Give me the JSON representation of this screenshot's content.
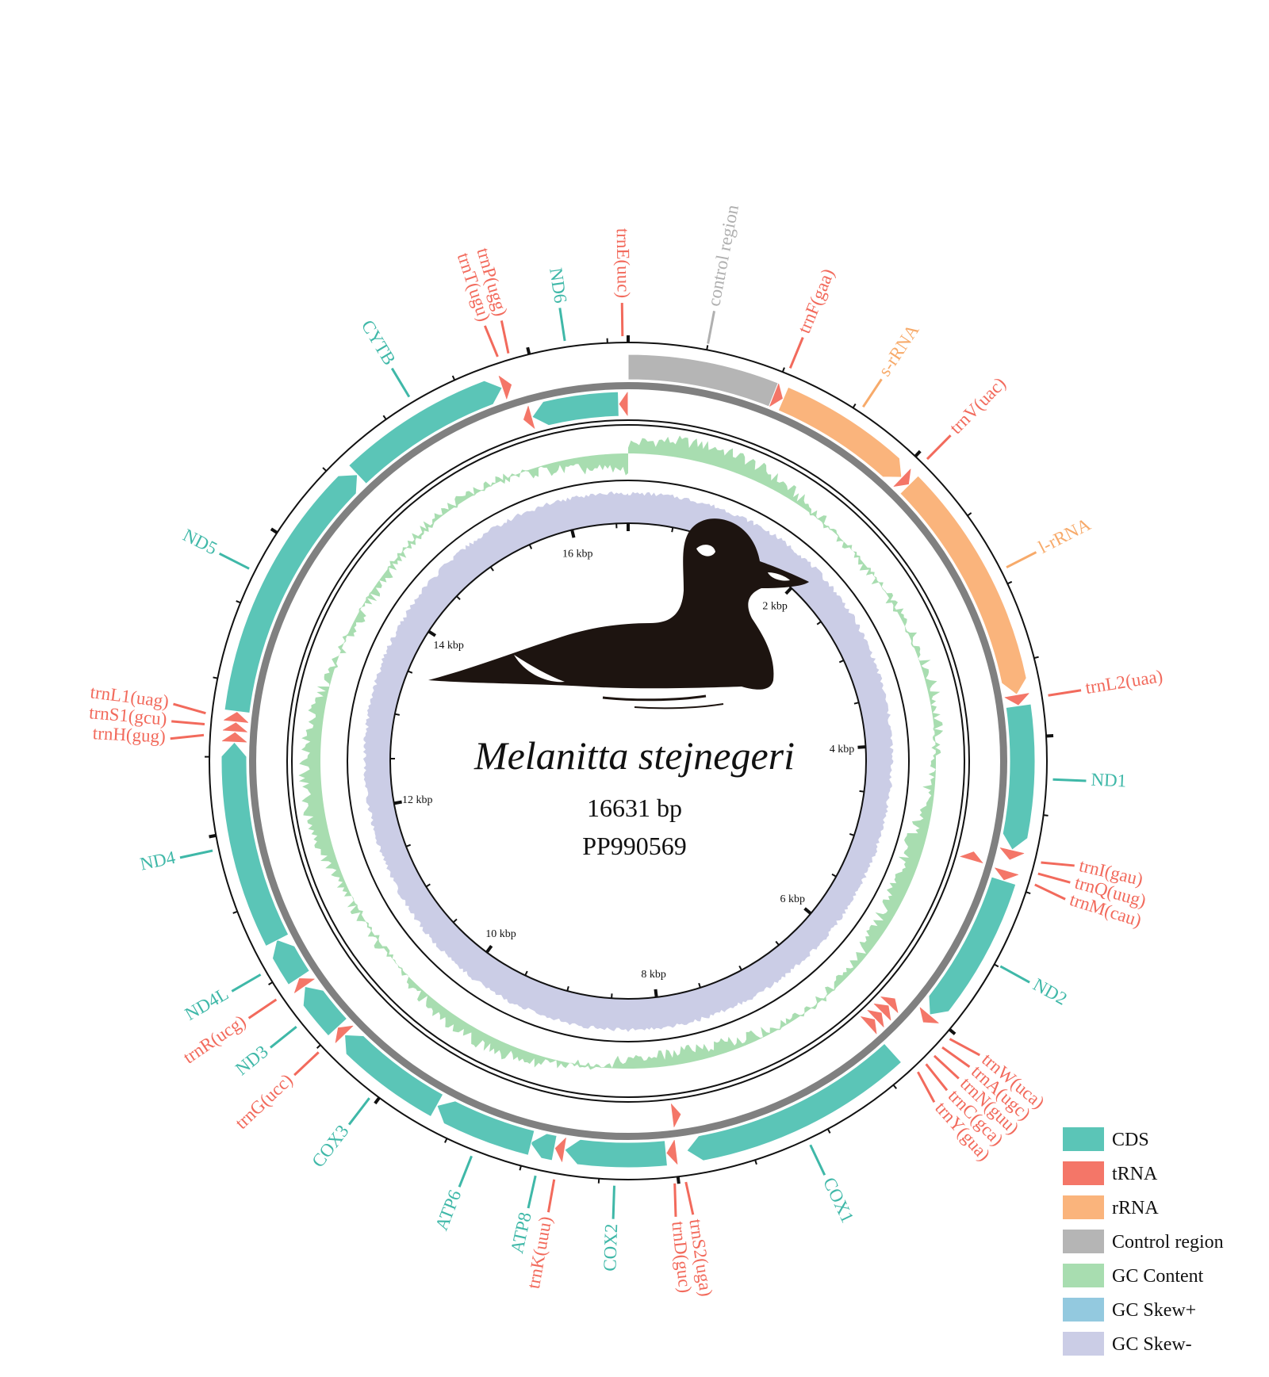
{
  "title": {
    "species": "Melanitta stejnegeri",
    "length": "16631 bp",
    "accession": "PP990569"
  },
  "genome_length": 16631,
  "colors": {
    "CDS": "#5bc5b7",
    "tRNA": "#f47668",
    "rRNA": "#fab47c",
    "control": "#b5b5b5",
    "gc_content": "#a8ddb0",
    "gc_skew_pos": "#93c9df",
    "gc_skew_neg": "#cbcde6",
    "backbone": "#808080"
  },
  "legend": [
    {
      "key": "CDS",
      "label": "CDS"
    },
    {
      "key": "tRNA",
      "label": "tRNA"
    },
    {
      "key": "rRNA",
      "label": "rRNA"
    },
    {
      "key": "control",
      "label": "Control region"
    },
    {
      "key": "gc_content",
      "label": "GC Content"
    },
    {
      "key": "gc_skew_pos",
      "label": "GC Skew+"
    },
    {
      "key": "gc_skew_neg",
      "label": "GC Skew-"
    }
  ],
  "ticks": [
    {
      "pos": 2000,
      "label": "2 kbp"
    },
    {
      "pos": 4000,
      "label": "4 kbp"
    },
    {
      "pos": 6000,
      "label": "6 kbp"
    },
    {
      "pos": 8000,
      "label": "8 kbp"
    },
    {
      "pos": 10000,
      "label": "10 kbp"
    },
    {
      "pos": 12000,
      "label": "12 kbp"
    },
    {
      "pos": 14000,
      "label": "14 kbp"
    },
    {
      "pos": 16000,
      "label": "16 kbp"
    }
  ],
  "chart_data": {
    "type": "circular-genome-map",
    "features": [
      {
        "name": "control region",
        "type": "control",
        "start": 0,
        "end": 1000,
        "strand": "+",
        "label": true
      },
      {
        "name": "trnF(gaa)",
        "type": "tRNA",
        "start": 1000,
        "end": 1070,
        "strand": "+",
        "label": true
      },
      {
        "name": "s-rRNA",
        "type": "rRNA",
        "start": 1070,
        "end": 2030,
        "strand": "+",
        "label": true
      },
      {
        "name": "trnV(uac)",
        "type": "tRNA",
        "start": 2030,
        "end": 2100,
        "strand": "+",
        "label": true
      },
      {
        "name": "l-rRNA",
        "type": "rRNA",
        "start": 2100,
        "end": 3710,
        "strand": "+",
        "label": true
      },
      {
        "name": "trnL2(uaa)",
        "type": "tRNA",
        "start": 3710,
        "end": 3785,
        "strand": "+",
        "label": true
      },
      {
        "name": "ND1",
        "type": "CDS",
        "start": 3785,
        "end": 4760,
        "strand": "+",
        "label": true
      },
      {
        "name": "trnI(gau)",
        "type": "tRNA",
        "start": 4760,
        "end": 4832,
        "strand": "+",
        "label": true
      },
      {
        "name": "trnQ(uug)",
        "type": "tRNA",
        "start": 4832,
        "end": 4904,
        "strand": "-",
        "label": true
      },
      {
        "name": "trnM(cau)",
        "type": "tRNA",
        "start": 4904,
        "end": 4974,
        "strand": "+",
        "label": true
      },
      {
        "name": "ND2",
        "type": "CDS",
        "start": 4974,
        "end": 6010,
        "strand": "+",
        "label": true
      },
      {
        "name": "trnW(uca)",
        "type": "tRNA",
        "start": 6010,
        "end": 6080,
        "strand": "+",
        "label": true
      },
      {
        "name": "trnA(ugc)",
        "type": "tRNA",
        "start": 6080,
        "end": 6150,
        "strand": "-",
        "label": true
      },
      {
        "name": "trnN(guu)",
        "type": "tRNA",
        "start": 6150,
        "end": 6225,
        "strand": "-",
        "label": true
      },
      {
        "name": "trnC(gca)",
        "type": "tRNA",
        "start": 6225,
        "end": 6295,
        "strand": "-",
        "label": true
      },
      {
        "name": "trnY(gua)",
        "type": "tRNA",
        "start": 6295,
        "end": 6366,
        "strand": "-",
        "label": true
      },
      {
        "name": "COX1",
        "type": "CDS",
        "start": 6366,
        "end": 7920,
        "strand": "+",
        "label": true
      },
      {
        "name": "trnS2(uga)",
        "type": "tRNA",
        "start": 7920,
        "end": 7990,
        "strand": "-",
        "label": true
      },
      {
        "name": "trnD(guc)",
        "type": "tRNA",
        "start": 7990,
        "end": 8060,
        "strand": "+",
        "label": true
      },
      {
        "name": "COX2",
        "type": "CDS",
        "start": 8060,
        "end": 8744,
        "strand": "+",
        "label": true
      },
      {
        "name": "trnK(uuu)",
        "type": "tRNA",
        "start": 8744,
        "end": 8813,
        "strand": "+",
        "label": true
      },
      {
        "name": "ATP8",
        "type": "CDS",
        "start": 8813,
        "end": 8981,
        "strand": "+",
        "label": true
      },
      {
        "name": "ATP6",
        "type": "CDS",
        "start": 8972,
        "end": 9656,
        "strand": "+",
        "label": true
      },
      {
        "name": "COX3",
        "type": "CDS",
        "start": 9656,
        "end": 10440,
        "strand": "+",
        "label": true
      },
      {
        "name": "trnG(ucc)",
        "type": "tRNA",
        "start": 10440,
        "end": 10509,
        "strand": "+",
        "label": true
      },
      {
        "name": "ND3",
        "type": "CDS",
        "start": 10509,
        "end": 10861,
        "strand": "+",
        "label": true
      },
      {
        "name": "trnR(ucg)",
        "type": "tRNA",
        "start": 10861,
        "end": 10931,
        "strand": "+",
        "label": true
      },
      {
        "name": "ND4L",
        "type": "CDS",
        "start": 10931,
        "end": 11228,
        "strand": "+",
        "label": true
      },
      {
        "name": "ND4",
        "type": "CDS",
        "start": 11222,
        "end": 12600,
        "strand": "+",
        "label": true
      },
      {
        "name": "trnH(gug)",
        "type": "tRNA",
        "start": 12600,
        "end": 12670,
        "strand": "+",
        "label": true
      },
      {
        "name": "trnS1(gcu)",
        "type": "tRNA",
        "start": 12670,
        "end": 12736,
        "strand": "+",
        "label": true
      },
      {
        "name": "trnL1(uag)",
        "type": "tRNA",
        "start": 12736,
        "end": 12807,
        "strand": "+",
        "label": true
      },
      {
        "name": "ND5",
        "type": "CDS",
        "start": 12807,
        "end": 14627,
        "strand": "+",
        "label": true
      },
      {
        "name": "CYTB",
        "type": "CDS",
        "start": 14627,
        "end": 15770,
        "strand": "+",
        "label": true
      },
      {
        "name": "trnT(ugu)",
        "type": "tRNA",
        "start": 15770,
        "end": 15840,
        "strand": "+",
        "label": true
      },
      {
        "name": "trnP(ugg)",
        "type": "tRNA",
        "start": 15840,
        "end": 15910,
        "strand": "-",
        "label": true
      },
      {
        "name": "ND6",
        "type": "CDS",
        "start": 15910,
        "end": 16560,
        "strand": "-",
        "label": true
      },
      {
        "name": "trnE(uuc)",
        "type": "tRNA",
        "start": 16560,
        "end": 16631,
        "strand": "-",
        "label": true
      }
    ]
  }
}
